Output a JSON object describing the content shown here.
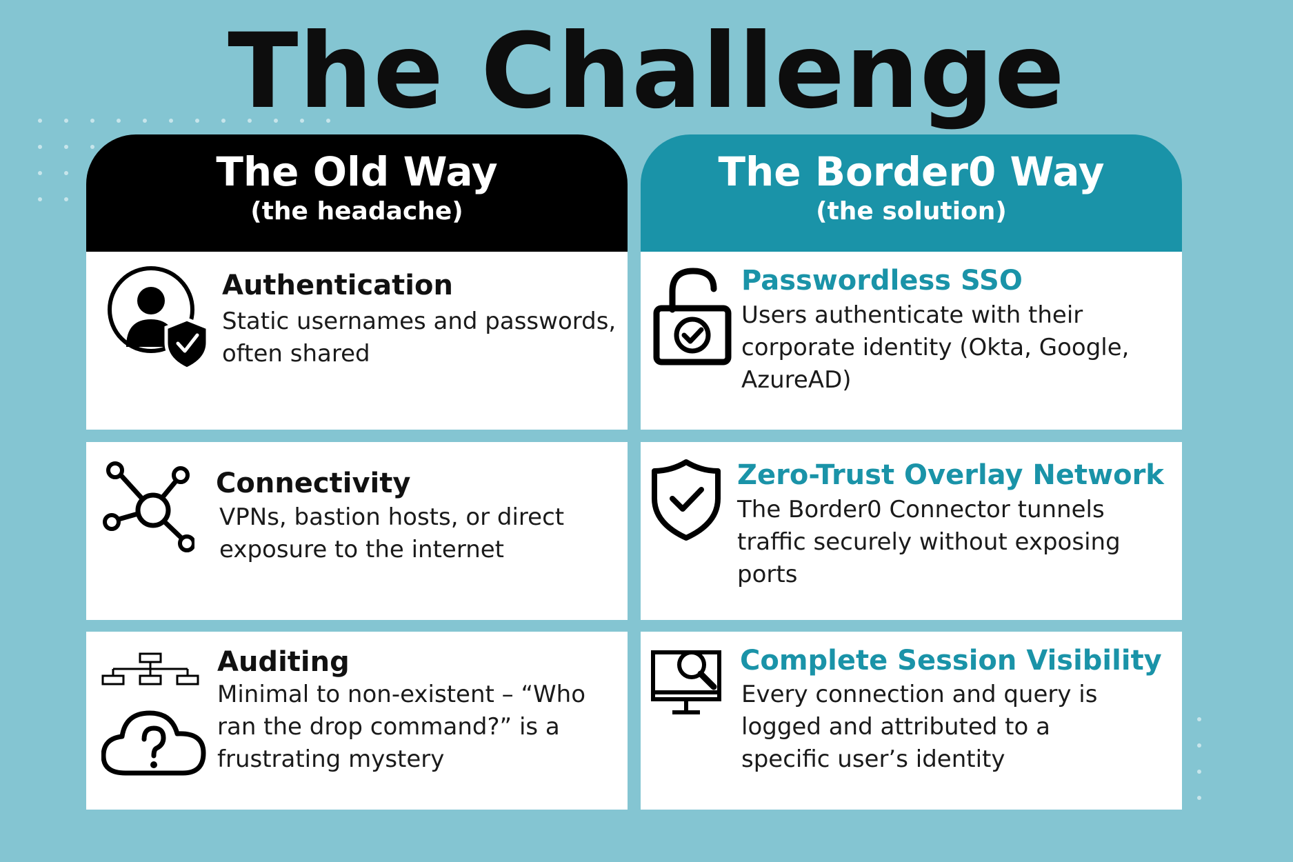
{
  "title": "The Challenge",
  "old_way": {
    "heading": "The Old Way",
    "subheading": "(the headache)",
    "items": [
      {
        "icon": "user-shield-icon",
        "title": "Authentication",
        "description": "Static usernames and passwords, often shared"
      },
      {
        "icon": "network-nodes-icon",
        "title": "Connectivity",
        "description": "VPNs, bastion hosts, or direct exposure to the internet"
      },
      {
        "icon": "cloud-question-icon",
        "title": "Auditing",
        "description": "Minimal to non-existent – “Who ran the drop command?” is a frustrating mystery"
      }
    ]
  },
  "border0_way": {
    "heading": "The Border0 Way",
    "subheading": "(the solution)",
    "items": [
      {
        "icon": "unlocked-padlock-icon",
        "title": "Passwordless SSO",
        "description": "Users authenticate with their corporate identity (Okta, Google, AzureAD)"
      },
      {
        "icon": "shield-check-icon",
        "title": "Zero-Trust Overlay Network",
        "description": "The Border0 Connector tunnels traffic securely without exposing ports"
      },
      {
        "icon": "monitor-search-icon",
        "title": "Complete Session Visibility",
        "description": "Every connection and query is logged and attributed to a specific user’s identity"
      }
    ]
  },
  "colors": {
    "background": "#84c5d2",
    "old_header": "#000000",
    "new_header": "#1a93a8",
    "accent_title": "#1a93a8"
  }
}
